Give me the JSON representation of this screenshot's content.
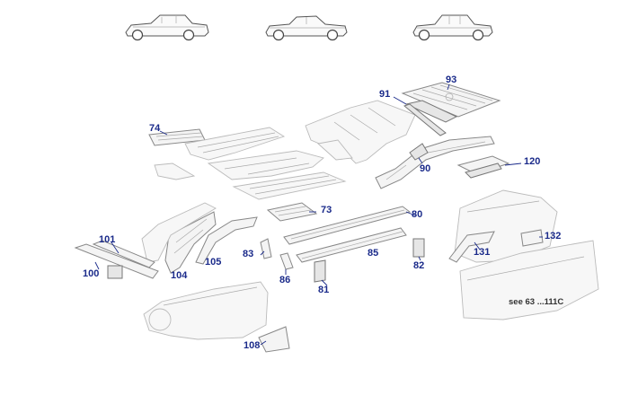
{
  "models": [
    {
      "name": "sedan-fintail-short"
    },
    {
      "name": "coupe"
    },
    {
      "name": "sedan-long"
    }
  ],
  "labels": {
    "p74": "74",
    "p73": "73",
    "p91": "91",
    "p93": "93",
    "p90": "90",
    "p120": "120",
    "p80": "80",
    "p85": "85",
    "p82": "82",
    "p101": "101",
    "p100": "100",
    "p104": "104",
    "p105": "105",
    "p83": "83",
    "p86": "86",
    "p81": "81",
    "p131": "131",
    "p132": "132",
    "p108": "108"
  },
  "note": "see 63 ...111C",
  "colors": {
    "label": "#1a2a8a",
    "outline": "#888888",
    "fill": "#f4f4f4"
  }
}
